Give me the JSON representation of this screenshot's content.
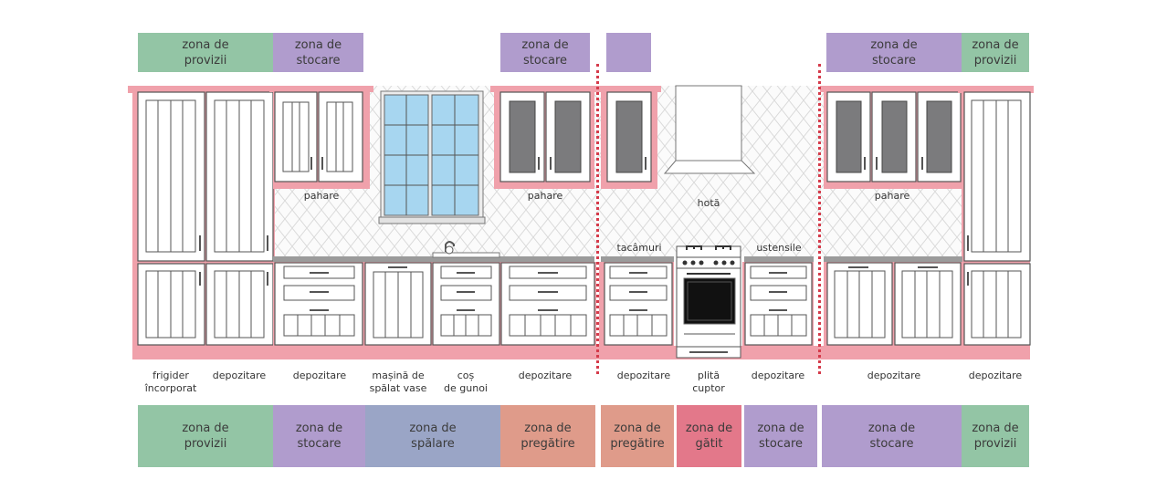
{
  "colors": {
    "provizii": "#93c5a5",
    "stocare": "#b09ccd",
    "spalare": "#9aa5c6",
    "pregatire": "#df9b8a",
    "gatit": "#e3788a",
    "cabinet_outline": "#f0a1ab",
    "separator": "#d53a4a"
  },
  "top_zones": [
    {
      "label": "zona de\nprovizii",
      "kind": "provizii"
    },
    {
      "label": "zona de\nstocare",
      "kind": "stocare"
    },
    {
      "label": "zona de\nstocare",
      "kind": "stocare"
    },
    {
      "label": "",
      "kind": "stocare"
    },
    {
      "label": "zona de\nstocare",
      "kind": "stocare"
    },
    {
      "label": "zona de\nprovizii",
      "kind": "provizii"
    }
  ],
  "upper_labels": [
    "pahare",
    "pahare",
    "hotă",
    "pahare",
    "tacâmuri",
    "ustensile"
  ],
  "bottom_labels": [
    "frigider\nîncorporat",
    "depozitare",
    "depozitare",
    "mașină de\nspălat vase",
    "coș\nde gunoi",
    "depozitare",
    "depozitare",
    "plită\ncuptor",
    "depozitare",
    "depozitare",
    "depozitare"
  ],
  "bottom_zones": [
    {
      "label": "zona de\nprovizii",
      "kind": "provizii"
    },
    {
      "label": "zona de\nstocare",
      "kind": "stocare"
    },
    {
      "label": "zona de\nspălare",
      "kind": "spalare"
    },
    {
      "label": "zona de\npregătire",
      "kind": "pregatire"
    },
    {
      "label": "zona de\npregătire",
      "kind": "pregatire"
    },
    {
      "label": "zona de\ngătit",
      "kind": "gatit"
    },
    {
      "label": "zona de\nstocare",
      "kind": "stocare"
    },
    {
      "label": "zona de\nstocare",
      "kind": "stocare"
    },
    {
      "label": "zona de\nprovizii",
      "kind": "provizii"
    }
  ]
}
